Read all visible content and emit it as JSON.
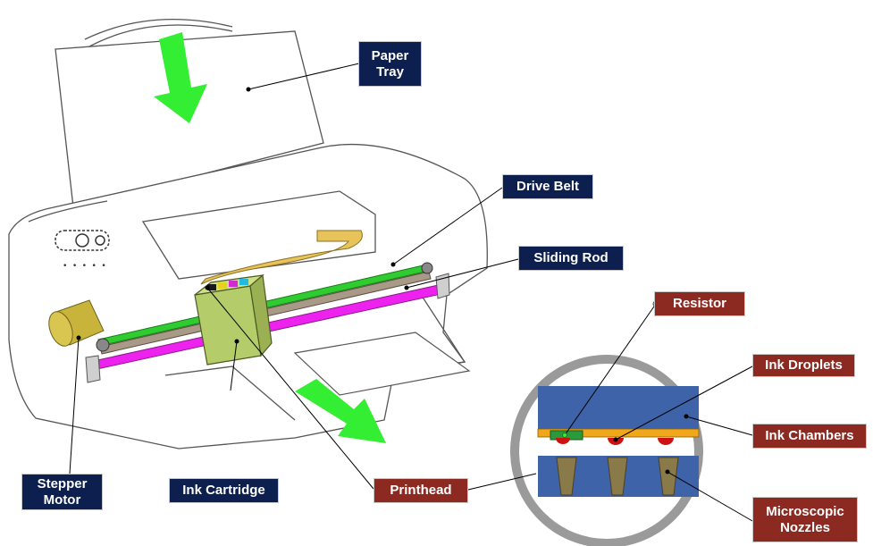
{
  "labels": {
    "paper_tray": "Paper\nTray",
    "drive_belt": "Drive Belt",
    "sliding_rod": "Sliding Rod",
    "stepper_motor": "Stepper\nMotor",
    "ink_cartridge": "Ink Cartridge",
    "printhead": "Printhead",
    "resistor": "Resistor",
    "ink_droplets": "Ink Droplets",
    "ink_chambers": "Ink Chambers",
    "microscopic_nozzles": "Microscopic\nNozzles"
  },
  "colors": {
    "navy_label": "#0c1f4f",
    "red_label": "#8c2a22",
    "arrow_green": "#33ee33",
    "belt_green": "#2ecc2e",
    "rod_magenta": "#ee22ee",
    "cartridge": "#b5cc6a",
    "motor": "#c8b43a",
    "chamber_blue": "#3e63a8",
    "nozzle_tan": "#8a7a4a",
    "droplet_red": "#cc1111",
    "orange_strip": "#f0a81a"
  }
}
